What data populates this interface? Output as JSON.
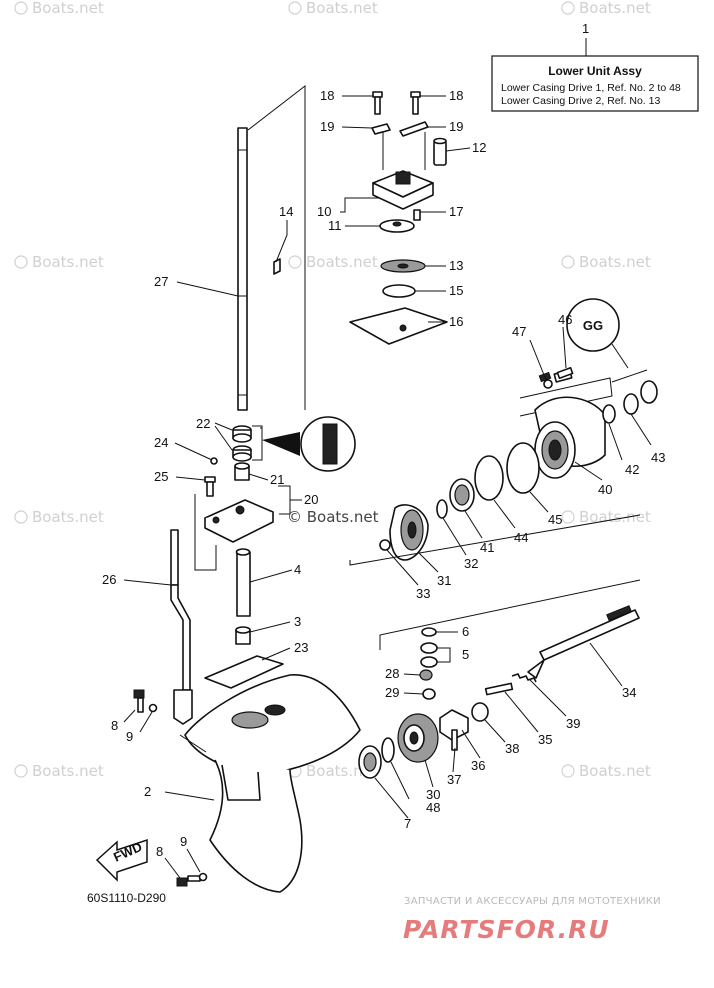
{
  "watermark_text": "Boats.net",
  "center_watermark": "© Boats.net",
  "legend": {
    "ref_no": "1",
    "title": "Lower Unit Assy",
    "line1": "Lower Casing Drive 1,   Ref. No.  2 to 48",
    "line2": "Lower Casing Drive 2,   Ref. No.  13"
  },
  "diagram_code": "60S1110-D290",
  "fwd_label": "FWD",
  "gg_label": "GG",
  "brand": {
    "subtitle": "ЗАПЧАСТИ И АКСЕССУАРЫ ДЛЯ МОТОТЕХНИКИ",
    "name": "PARTSFOR.RU"
  },
  "callouts": {
    "n18a": "18",
    "n18b": "18",
    "n19a": "19",
    "n19b": "19",
    "n12": "12",
    "n10": "10",
    "n17": "17",
    "n11": "11",
    "n14": "14",
    "n13": "13",
    "n15": "15",
    "n16": "16",
    "n27": "27",
    "n47": "47",
    "n46": "46",
    "n22": "22",
    "n24": "24",
    "n21": "21",
    "n25": "25",
    "n20": "20",
    "n42": "42",
    "n43": "43",
    "n40": "40",
    "n45": "45",
    "n44": "44",
    "n41": "41",
    "n32": "32",
    "n31": "31",
    "n33": "33",
    "n26": "26",
    "n4": "4",
    "n3": "3",
    "n23": "23",
    "n6": "6",
    "n5": "5",
    "n34": "34",
    "n28": "28",
    "n29": "29",
    "n8a": "8",
    "n9a": "9",
    "n39": "39",
    "n35": "35",
    "n38": "38",
    "n36": "36",
    "n2": "2",
    "n37": "37",
    "n30": "30",
    "n48": "48",
    "n7": "7",
    "n9b": "9",
    "n8b": "8"
  }
}
